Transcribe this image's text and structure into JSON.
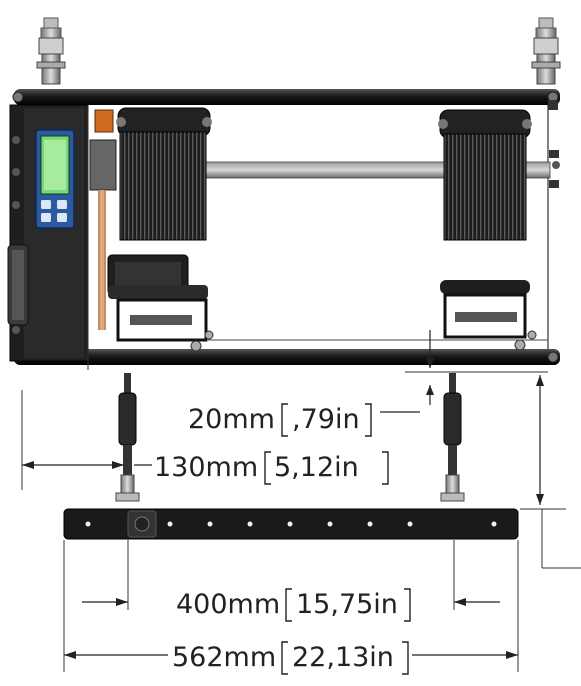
{
  "dimensions": {
    "gap_height": {
      "metric": "20mm",
      "imperial": ",79in"
    },
    "left_offset": {
      "metric": "130mm",
      "imperial": "5,12in"
    },
    "post_spacing": {
      "metric": "400mm",
      "imperial": "15,75in"
    },
    "overall_width": {
      "metric": "562mm",
      "imperial": "22,13in"
    }
  },
  "colors": {
    "frame": "#1a1a1a",
    "screen": "#7bd87a",
    "keypad": "#2a5aa0",
    "connector": "#d06a20"
  },
  "icons": {
    "control_panel": "lcd-control-panel-icon"
  }
}
